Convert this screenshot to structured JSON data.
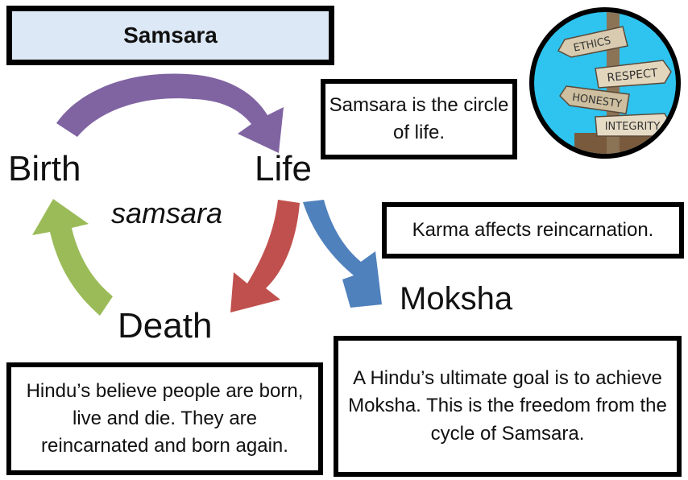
{
  "title": "Samsara",
  "cycle": {
    "birth": "Birth",
    "life": "Life",
    "death": "Death",
    "center": "samsara",
    "moksha": "Moksha"
  },
  "notes": {
    "circle": "Samsara is the circle of life.",
    "karma": "Karma affects reincarnation.",
    "hindu_belief": "Hindu’s believe people are born, live and die. They are reincarnated and born again.",
    "moksha_goal": "A Hindu’s ultimate goal is to achieve Moksha. This is the freedom from the cycle of Samsara."
  },
  "signpost": {
    "signs": [
      "ETHICS",
      "RESPECT",
      "HONESTY",
      "INTEGRITY"
    ]
  },
  "colors": {
    "arrow_birth_life": "#8064a2",
    "arrow_life_death": "#c0504d",
    "arrow_death_birth": "#9bbb59",
    "arrow_life_moksha": "#4f81bd",
    "title_bg": "#dce8f5",
    "sky": "#2ec4ef"
  }
}
